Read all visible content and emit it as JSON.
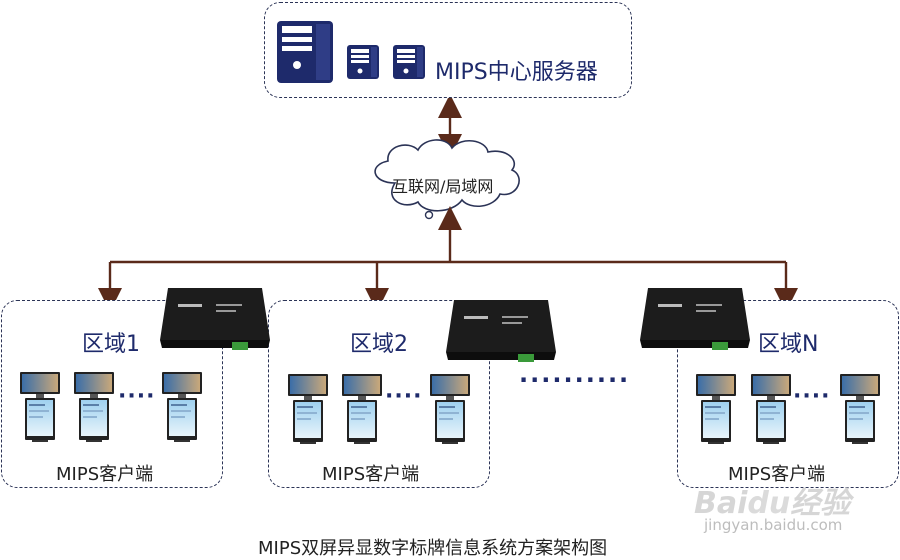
{
  "server": {
    "label": "MIPS中心服务器",
    "icons": [
      "server-tower-icon",
      "server-small-icon",
      "server-small-icon"
    ]
  },
  "network": {
    "label": "互联网/局域网"
  },
  "regions": [
    {
      "label": "区域1",
      "client_label": "MIPS客户端",
      "ellipsis": "····"
    },
    {
      "label": "区域2",
      "client_label": "MIPS客户端",
      "ellipsis": "····"
    },
    {
      "label": "区域N",
      "client_label": "MIPS客户端",
      "ellipsis": "····"
    }
  ],
  "between_dots": "··········",
  "caption": "MIPS双屏异显数字标牌信息系统方案架构图",
  "watermark": {
    "brand": "Baidu经验",
    "url": "jingyan.baidu.com"
  },
  "colors": {
    "navy": "#1e2a6b",
    "border": "#2b3356",
    "arrow": "#5a2a1a",
    "player": "#1c1c1c"
  }
}
